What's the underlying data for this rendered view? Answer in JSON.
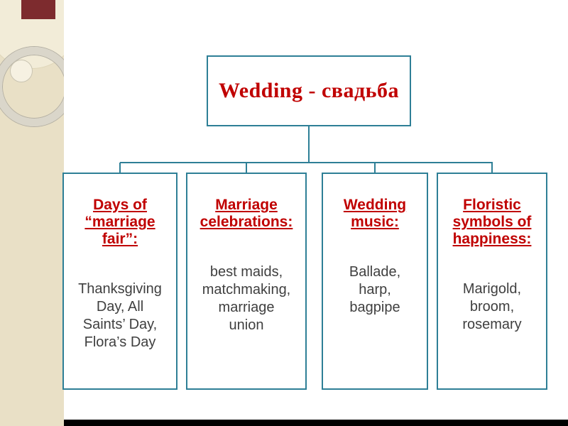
{
  "diagram": {
    "root": "Wedding - свадьба",
    "branches": [
      {
        "heading": "Days of\n“marriage\nfair”:",
        "body": "Thanksgiving\nDay, All\nSaints’ Day,\nFlora’s Day"
      },
      {
        "heading": "Marriage\ncelebrations:",
        "body": "best maids,\nmatchmaking,\nmarriage\nunion"
      },
      {
        "heading": "Wedding\nmusic:",
        "body": "Ballade,\nharp,\nbagpipe"
      },
      {
        "heading": "Floristic\nsymbols of\nhappiness:",
        "body": "Marigold,\nbroom,\nrosemary"
      }
    ],
    "colors": {
      "accent_red": "#C00000",
      "border_teal": "#2E7F96",
      "body_text": "#3F3F3F",
      "sidebar_beige": "#E9E0C6",
      "tab_maroon": "#7D2B2E",
      "bottom_bar_black": "#000000"
    }
  }
}
